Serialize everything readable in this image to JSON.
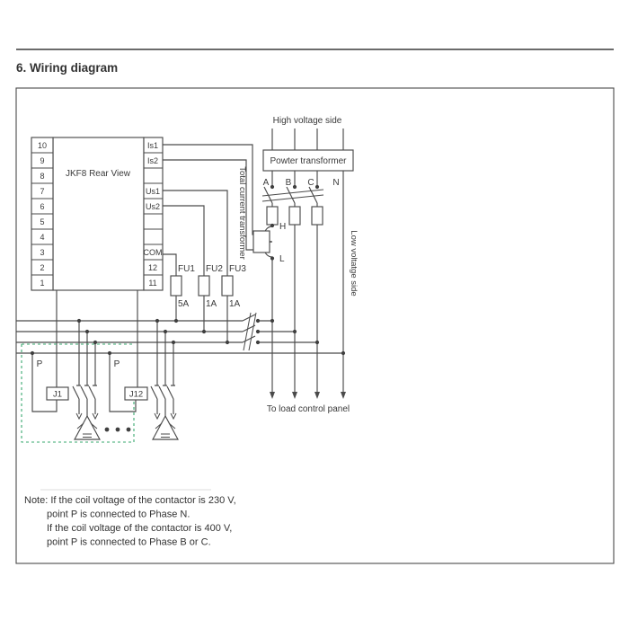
{
  "page": {
    "heading": "6. Wiring diagram",
    "note_lines": [
      "Note: If the coil voltage of the contactor is 230 V,",
      "point P is connected to Phase N.",
      "If the coil voltage of the contactor is 400 V,",
      "point P is connected to Phase B or C."
    ]
  },
  "diagram": {
    "device": {
      "title": "JKF8 Rear View",
      "left_terminals": [
        "10",
        "9",
        "8",
        "7",
        "6",
        "5",
        "4",
        "3",
        "2",
        "1"
      ],
      "right_terminals": [
        "Is1",
        "Is2",
        "",
        "Us1",
        "Us2",
        "",
        "",
        "COM",
        "12",
        "11"
      ]
    },
    "fuses": {
      "fu1": {
        "label": "FU1",
        "rating": "5A"
      },
      "fu2": {
        "label": "FU2",
        "rating": "1A"
      },
      "fu3": {
        "label": "FU3",
        "rating": "1A"
      }
    },
    "labels": {
      "high_voltage_side": "High voltage side",
      "power_transformer": "Powter transformer",
      "total_current_transformer": "Total current transformer",
      "low_voltage_side": "Low voltatge side",
      "to_load_control_panel": "To load control panel",
      "phases": [
        "A",
        "B",
        "C",
        "N"
      ],
      "h_terminal": "H",
      "l_terminal": "L",
      "p_point_1": "P",
      "p_point_2": "P",
      "contactor_1": "J1",
      "contactor_12": "J12"
    },
    "colors": {
      "line": "#4a4a4a",
      "text": "#3a3a3a",
      "dashed_box": "#3aa86f"
    }
  }
}
